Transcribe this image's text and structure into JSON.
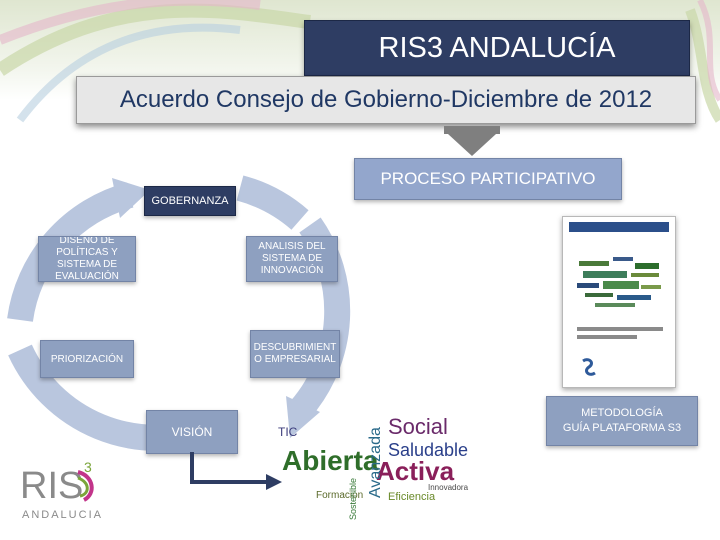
{
  "title": "RIS3 ANDALUCÍA",
  "subtitle": "Acuerdo Consejo de Gobierno-Diciembre de 2012",
  "proceso": "PROCESO PARTICIPATIVO",
  "cycle": {
    "gobernanza": "GOBERNANZA",
    "diseno": "DISEÑO DE POLÍTICAS Y SISTEMA DE EVALUACIÓN",
    "analisis": "ANALISIS DEL SISTEMA DE INNOVACIÓN",
    "priorizacion": "PRIORIZACIÓN",
    "descubrimiento": "DESCUBRIMIENT O EMPRESARIAL",
    "vision": "VISIÓN"
  },
  "metodologia": {
    "line1": "METODOLOGÍA",
    "line2": "GUÍA PLATAFORMA S3"
  },
  "word_cloud": [
    "Social",
    "Saludable",
    "Abierta",
    "Avanzada",
    "Activa",
    "Formación",
    "Sostenible",
    "TIC",
    "Eficiencia",
    "Innovadora"
  ],
  "logo": {
    "mark": "RIS",
    "superscript": "3",
    "region": "ANDALUCIA"
  },
  "colors": {
    "title_bg": "#2e3d63",
    "box_bg": "#8ea0c0",
    "cycle_arrow": "#b9c6de",
    "subtitle_text": "#203864"
  }
}
